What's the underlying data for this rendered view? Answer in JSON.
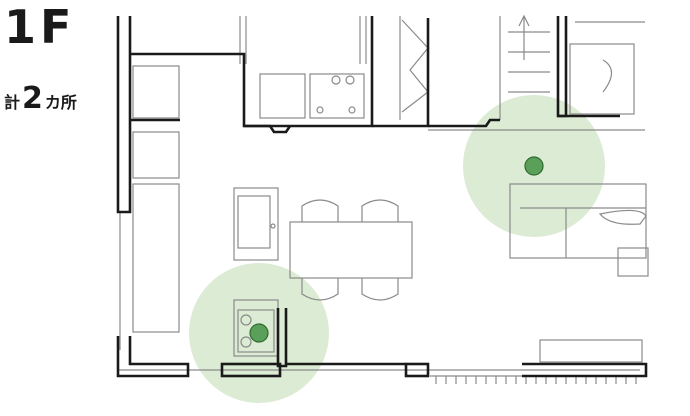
{
  "floor": {
    "title": "1F"
  },
  "count": {
    "prefix": "計",
    "number": "2",
    "suffix": "カ所"
  },
  "colors": {
    "wall": "#1a1a1a",
    "thin_line": "#8a8a8a",
    "coverage": "#dcebd4",
    "marker": "#5aa05a",
    "marker_stroke": "#2f6a2f"
  },
  "markers": [
    {
      "name": "living-room-marker"
    },
    {
      "name": "kitchen-marker"
    }
  ]
}
